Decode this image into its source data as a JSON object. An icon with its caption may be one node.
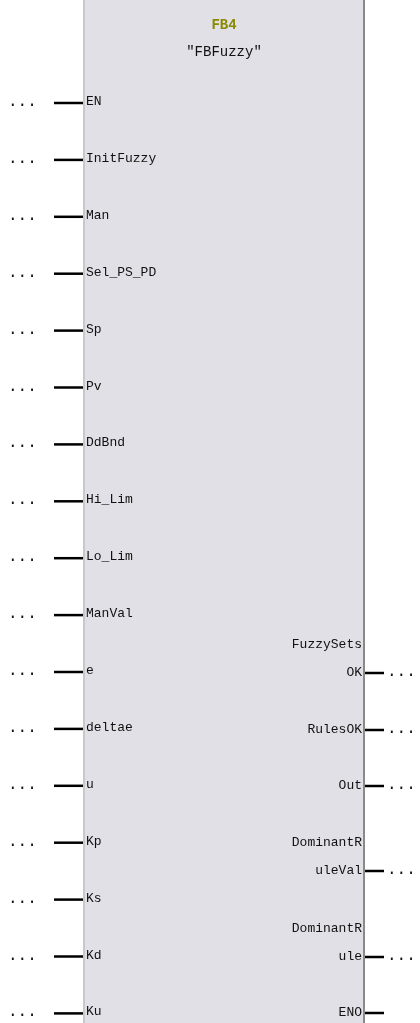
{
  "diagram": {
    "nodes": [
      {
        "text": [
          "FB4",
          "\"FBFuzzy\""
        ]
      },
      {
        "text": [
          "EN"
        ],
        "in": 0
      },
      {
        "text": [
          "InitFuzzy"
        ],
        "in": 0
      },
      {
        "text": [
          "Man"
        ],
        "in": 0
      },
      {
        "text": [
          "Sel_PS_PD"
        ],
        "in": 0
      },
      {
        "text": [
          "Sp"
        ],
        "in": 0
      },
      {
        "text": [
          "Pv"
        ],
        "in": 0
      },
      {
        "text": [
          "DdBnd"
        ],
        "in": 0
      },
      {
        "text": [
          "Hi_Lim"
        ],
        "in": 0
      },
      {
        "text": [
          "Lo_Lim"
        ],
        "in": 0
      },
      {
        "text": [
          "ManVal"
        ],
        "in": 0
      },
      {
        "text": [
          "e"
        ],
        "in": 0
      },
      {
        "text": [
          "deltae"
        ],
        "in": 0
      },
      {
        "text": [
          "u"
        ],
        "in": 0
      },
      {
        "text": [
          "Kp"
        ],
        "in": 0
      },
      {
        "text": [
          "Ks"
        ],
        "in": 0
      },
      {
        "text": [
          "Kd"
        ],
        "in": 0
      },
      {
        "text": [
          "Ku"
        ],
        "in": 0
      },
      {
        "text": [
          "FuzzySetsOK"
        ],
        "in": 0
      },
      {
        "text": [
          "RulesOK"
        ],
        "in": 0
      },
      {
        "text": [
          "Out"
        ],
        "in": 0
      },
      {
        "text": [
          "DominantRuleVal"
        ],
        "in": 0
      },
      {
        "text": [
          "DominantRule"
        ],
        "in": 0
      },
      {
        "text": [
          "ENO"
        ],
        "in": 0
      },
      {
        "text": [
          "..."
        ]
      },
      {
        "text": [
          "..."
        ]
      },
      {
        "text": [
          "..."
        ]
      },
      {
        "text": [
          "..."
        ]
      },
      {
        "text": [
          "..."
        ]
      },
      {
        "text": [
          "..."
        ]
      },
      {
        "text": [
          "..."
        ]
      },
      {
        "text": [
          "..."
        ]
      },
      {
        "text": [
          "..."
        ]
      },
      {
        "text": [
          "..."
        ]
      },
      {
        "text": [
          "..."
        ]
      },
      {
        "text": [
          "..."
        ]
      },
      {
        "text": [
          "..."
        ]
      },
      {
        "text": [
          "..."
        ]
      },
      {
        "text": [
          "..."
        ]
      },
      {
        "text": [
          "..."
        ]
      },
      {
        "text": [
          "..."
        ]
      },
      {
        "text": [
          "..."
        ]
      },
      {
        "text": [
          "..."
        ]
      },
      {
        "text": [
          "..."
        ]
      },
      {
        "text": [
          "..."
        ]
      },
      {
        "text": [
          "..."
        ]
      }
    ],
    "edges": [
      {
        "from": 24,
        "to": 1,
        "arrow": "none"
      },
      {
        "from": 25,
        "to": 2,
        "arrow": "none"
      },
      {
        "from": 26,
        "to": 3,
        "arrow": "none"
      },
      {
        "from": 27,
        "to": 4,
        "arrow": "none"
      },
      {
        "from": 28,
        "to": 5,
        "arrow": "none"
      },
      {
        "from": 29,
        "to": 6,
        "arrow": "none"
      },
      {
        "from": 30,
        "to": 7,
        "arrow": "none"
      },
      {
        "from": 31,
        "to": 8,
        "arrow": "none"
      },
      {
        "from": 32,
        "to": 9,
        "arrow": "none"
      },
      {
        "from": 33,
        "to": 10,
        "arrow": "none"
      },
      {
        "from": 34,
        "to": 11,
        "arrow": "none"
      },
      {
        "from": 35,
        "to": 12,
        "arrow": "none"
      },
      {
        "from": 36,
        "to": 13,
        "arrow": "none"
      },
      {
        "from": 37,
        "to": 14,
        "arrow": "none"
      },
      {
        "from": 38,
        "to": 15,
        "arrow": "none"
      },
      {
        "from": 39,
        "to": 16,
        "arrow": "none"
      },
      {
        "from": 40,
        "to": 17,
        "arrow": "none"
      },
      {
        "from": 18,
        "to": 41,
        "arrow": "none"
      },
      {
        "from": 19,
        "to": 42,
        "arrow": "none"
      },
      {
        "from": 20,
        "to": 43,
        "arrow": "none"
      },
      {
        "from": 21,
        "to": 44,
        "arrow": "none"
      },
      {
        "from": 22,
        "to": 45,
        "arrow": "none"
      },
      {
        "from": 23,
        "to": null,
        "arrow": "none"
      }
    ]
  }
}
